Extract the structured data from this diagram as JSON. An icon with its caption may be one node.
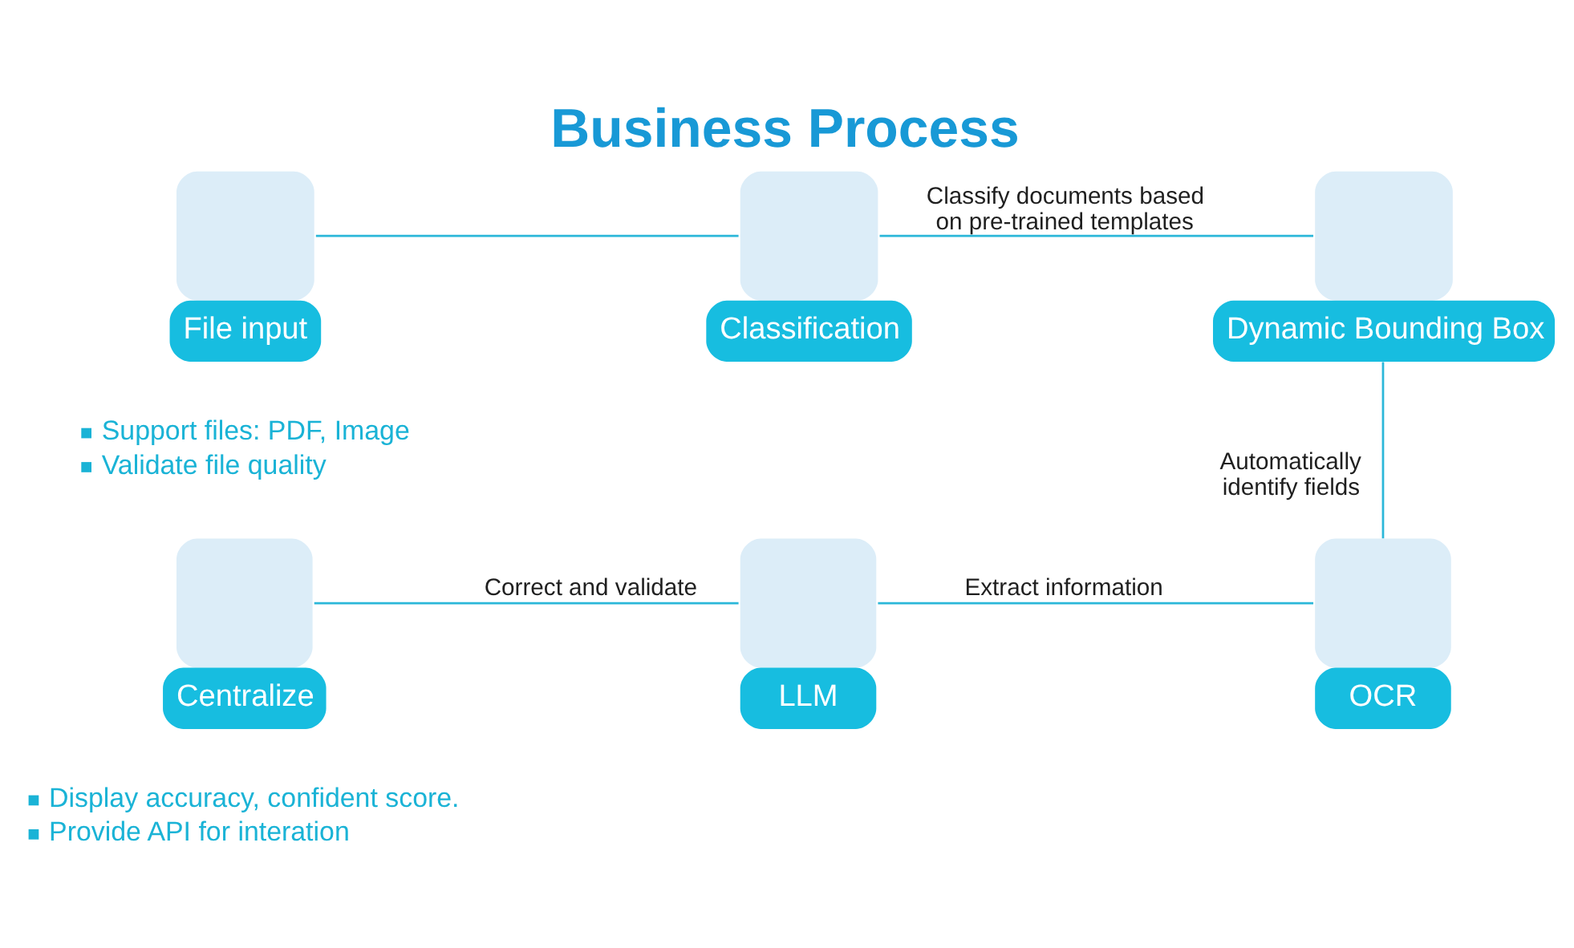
{
  "diagram": {
    "title": "Business Process",
    "nodes": [
      {
        "text": [
          "File input"
        ],
        "beside": [
          "Support files: PDF, Image",
          "Validate file quality"
        ]
      },
      {
        "text": [
          "Classification"
        ]
      },
      {
        "text": [
          "Dynamic Bounding Box"
        ]
      },
      {
        "text": [
          "Centralize"
        ],
        "beside": [
          "Display accuracy, confident score.",
          "Provide API for interation"
        ]
      },
      {
        "text": [
          "LLM"
        ]
      },
      {
        "text": [
          "OCR"
        ]
      }
    ],
    "edges": [
      {
        "from": 0,
        "to": 1,
        "arrow": "none"
      },
      {
        "from": 1,
        "to": 2,
        "arrow": "none",
        "label": "Classify documents based on pre-trained templates"
      },
      {
        "from": 2,
        "to": 5,
        "arrow": "none",
        "label": "Automatically identify fields"
      },
      {
        "from": 5,
        "to": 4,
        "arrow": "none",
        "label": "Extract information"
      },
      {
        "from": 4,
        "to": 3,
        "arrow": "none",
        "label": "Correct and validate"
      }
    ]
  }
}
